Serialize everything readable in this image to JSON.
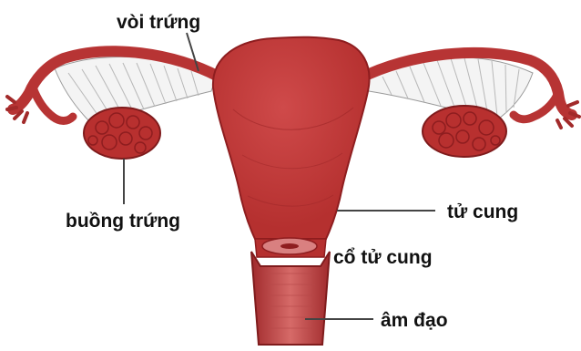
{
  "labels": {
    "fallopian_tube": "vòi trứng",
    "ovary": "buồng trứng",
    "uterus": "tử cung",
    "cervix": "cổ tử cung",
    "vagina": "âm đạo"
  },
  "colors": {
    "tissue": "#c0393a",
    "tissue_dark": "#8e1d1f",
    "tissue_light": "#d45757",
    "ligament": "#f4f4f4",
    "line": "#444444"
  }
}
